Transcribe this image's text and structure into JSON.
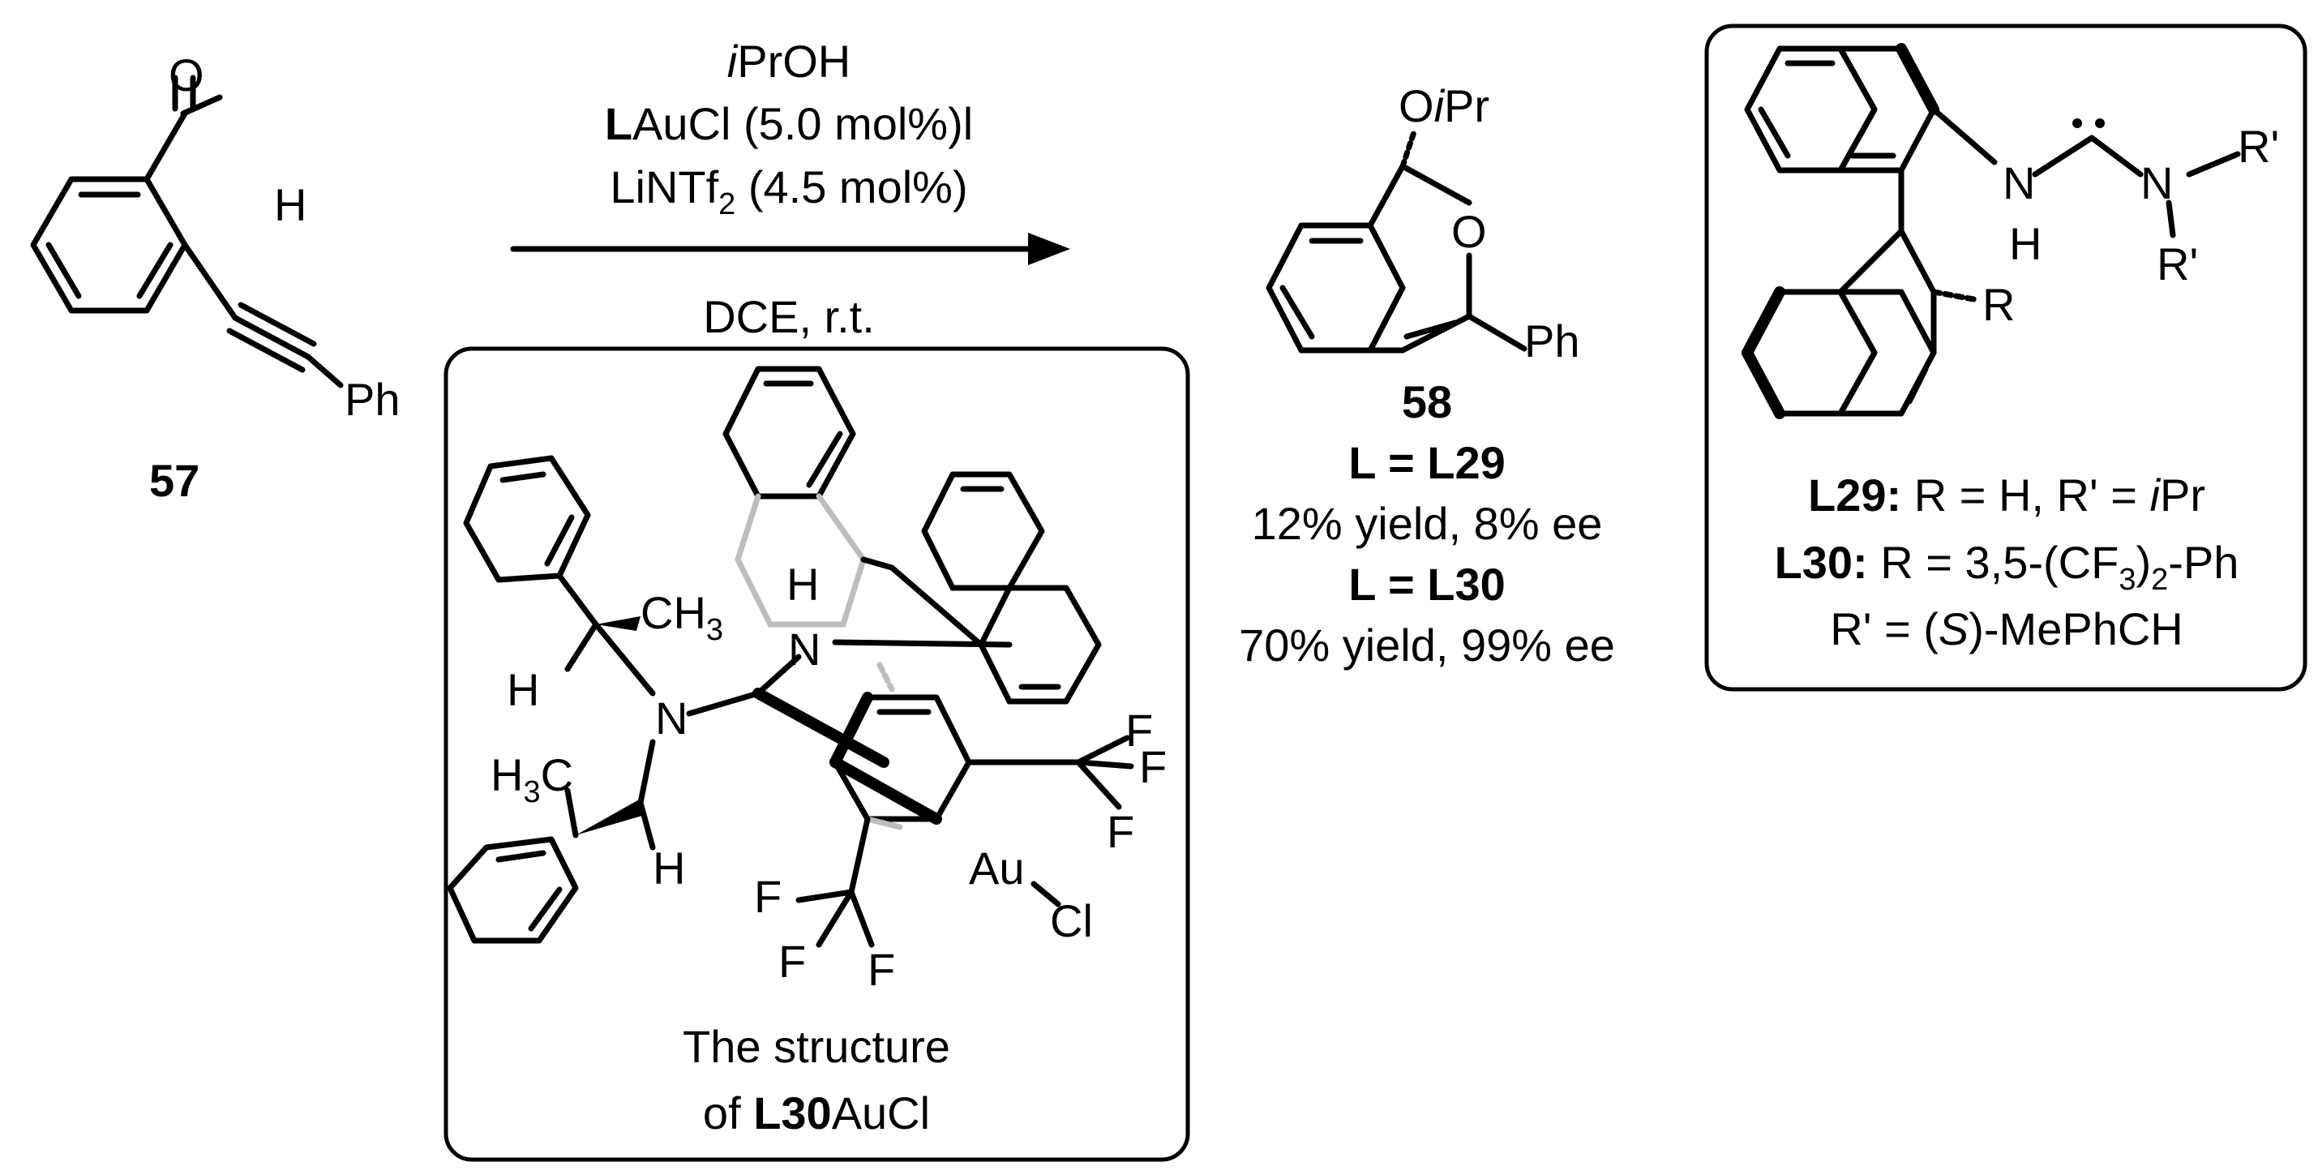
{
  "reactant": {
    "number": "57",
    "aldehyde_o": "O",
    "aldehyde_h": "H",
    "alkyne_ph": "Ph"
  },
  "conditions": {
    "line1_italic": "i",
    "line1_rest": "PrOH",
    "line2_bold": "L",
    "line2_rest": "AuCl (5.0 mol%)l",
    "line3_main": "LiNTf",
    "line3_sub": "2",
    "line3_rest": " (4.5 mol%)",
    "line4": "DCE, r.t."
  },
  "complex_box": {
    "h_top": "H",
    "ch3_top": "CH",
    "ch3_top_sub": "3",
    "h_left": "H",
    "n_left": "N",
    "n_amine": "N",
    "h3c_main": "H",
    "h3c_sub": "3",
    "h3c_c": "C",
    "h_bottom": "H",
    "cf3_right_f1": "F",
    "cf3_right_f2": "F",
    "cf3_right_f3": "F",
    "au": "Au",
    "cl": "Cl",
    "cf3_left_f1": "F",
    "cf3_left_f2": "F",
    "cf3_left_f3": "F",
    "caption_line1": "The structure",
    "caption_line2_pre": "of ",
    "caption_line2_bold": "L30",
    "caption_line2_post": "AuCl"
  },
  "product": {
    "o_label": "O",
    "oipr_o": "O",
    "oipr_i": "i",
    "oipr_pr": "Pr",
    "ph": "Ph",
    "number": "58",
    "result1_ligand": "L = L29",
    "result1_text": "12% yield, 8%  ee",
    "result2_ligand": "L = L30",
    "result2_text": "70% yield, 99% ee"
  },
  "ligand_box": {
    "n_left": "N",
    "h_nh": "H",
    "n_right": "N",
    "r_prime_top": "R'",
    "r_prime_bottom": "R'",
    "r_sub": "R",
    "l29_bold": "L29:",
    "l29_rest": " R = H, R' = ",
    "l29_ital": "i",
    "l29_pr": "Pr",
    "l30_bold": "L30:",
    "l30_rest": " R = 3,5-(CF",
    "l30_sub": "3",
    "l30_end": ")",
    "l30_sub2": "2",
    "l30_ph": "-Ph",
    "r_prime_line": "R' = (",
    "r_prime_s": "S",
    "r_prime_end": ")-MePhCH"
  }
}
